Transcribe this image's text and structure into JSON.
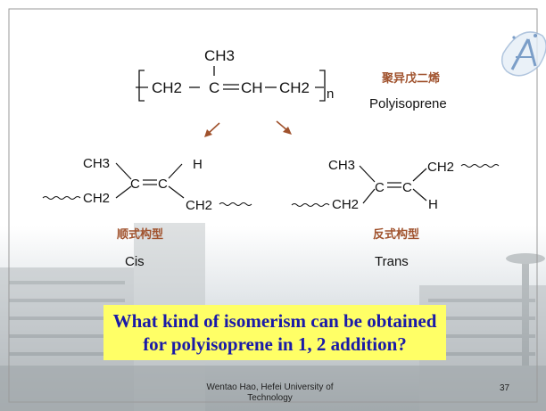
{
  "structures": {
    "top": {
      "ch3": "CH3",
      "left_ch2": "CH2",
      "c": "C",
      "ch": "CH",
      "right_ch2": "CH2",
      "n": "n",
      "name_zh": "聚异戊二烯",
      "name_en": "Polyisoprene"
    },
    "cis": {
      "ch3": "CH3",
      "ch2_left": "CH2",
      "c_left": "C",
      "c_right": "C",
      "h": "H",
      "ch2_right": "CH2",
      "label_zh": "顺式构型",
      "label_en": "Cis"
    },
    "trans": {
      "ch3": "CH3",
      "ch2_left": "CH2",
      "c_left": "C",
      "c_right": "C",
      "ch2_right": "CH2",
      "h": "H",
      "label_zh": "反式构型",
      "label_en": "Trans"
    }
  },
  "question": {
    "line1": "What kind of isomerism can be obtained",
    "line2": "for polyisoprene in 1, 2 addition?"
  },
  "footer": {
    "line1": "Wentao Hao, Hefei University of",
    "line2": "Technology",
    "page_number": "37"
  },
  "colors": {
    "question_bg": "#ffff66",
    "question_text": "#1a1aa8",
    "arrow": "#a0522d",
    "chinese_label": "#a0522d"
  }
}
